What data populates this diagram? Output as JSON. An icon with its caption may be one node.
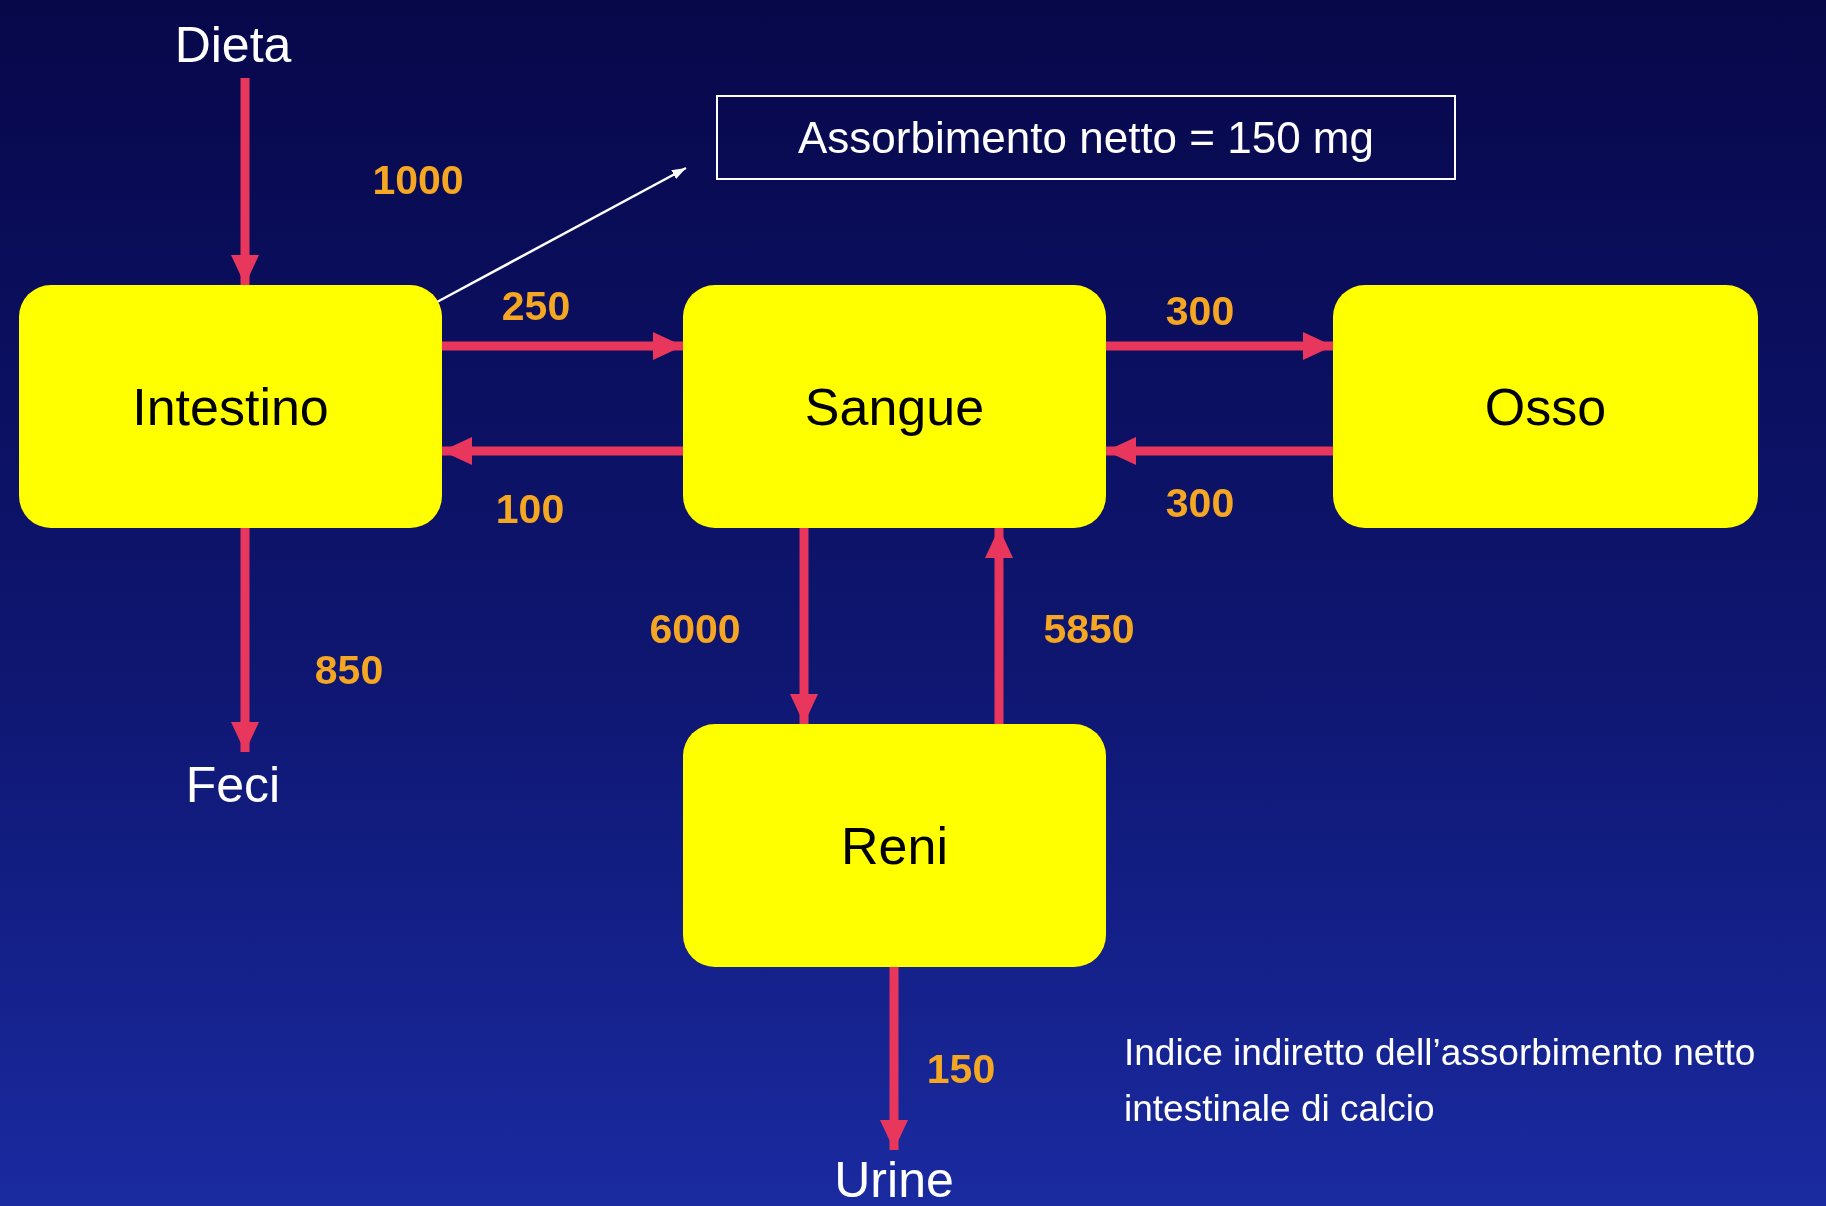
{
  "diagram": {
    "nodes": [
      {
        "text": [
          "Dieta"
        ]
      },
      {
        "text": [
          "Intestino"
        ]
      },
      {
        "text": [
          "Sangue"
        ]
      },
      {
        "text": [
          "Osso"
        ]
      },
      {
        "text": [
          "Reni"
        ]
      },
      {
        "text": [
          "Feci"
        ]
      },
      {
        "text": [
          "Urine"
        ]
      },
      {
        "text": [
          "Assorbimento netto = 150 mg"
        ]
      }
    ],
    "edges": [
      {
        "from": 0,
        "to": 1,
        "arrow": "to",
        "label": "1000"
      },
      {
        "from": 1,
        "to": 2,
        "arrow": "to",
        "label": "250"
      },
      {
        "from": 2,
        "to": 1,
        "arrow": "to",
        "label": "100"
      },
      {
        "from": 2,
        "to": 3,
        "arrow": "to",
        "label": "300"
      },
      {
        "from": 3,
        "to": 2,
        "arrow": "to",
        "label": "300"
      },
      {
        "from": 2,
        "to": 4,
        "arrow": "to",
        "label": "6000"
      },
      {
        "from": 4,
        "to": 2,
        "arrow": "to",
        "label": "5850"
      },
      {
        "from": 1,
        "to": 5,
        "arrow": "to",
        "label": "850"
      },
      {
        "from": 4,
        "to": 6,
        "arrow": "to",
        "label": "150"
      },
      {
        "from": 1,
        "to": 7,
        "arrow": "to",
        "color": "#ffffff"
      }
    ],
    "labels": [
      "Indice indiretto dell’assorbimento netto intestinale di calcio"
    ]
  }
}
